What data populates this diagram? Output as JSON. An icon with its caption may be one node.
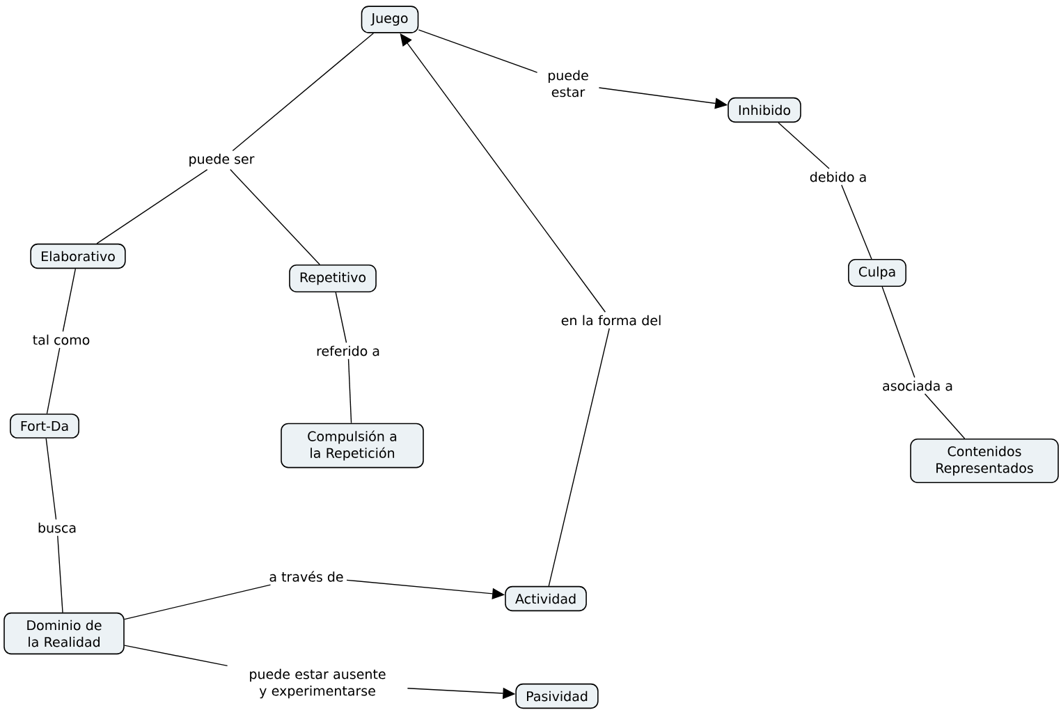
{
  "diagram": {
    "nodes": [
      {
        "text": [
          "Juego"
        ]
      },
      {
        "text": [
          "Inhibido"
        ]
      },
      {
        "text": [
          "Culpa"
        ]
      },
      {
        "text": [
          "Contenidos Representados"
        ]
      },
      {
        "text": [
          "Elaborativo"
        ]
      },
      {
        "text": [
          "Repetitivo"
        ]
      },
      {
        "text": [
          "Compulsión a la Repetición"
        ]
      },
      {
        "text": [
          "Fort-Da"
        ]
      },
      {
        "text": [
          "Dominio de la Realidad"
        ]
      },
      {
        "text": [
          "Actividad"
        ]
      },
      {
        "text": [
          "Pasividad"
        ]
      },
      {
        "text": [
          "puede estar"
        ]
      },
      {
        "text": [
          "debido a"
        ]
      },
      {
        "text": [
          "asociada a"
        ]
      },
      {
        "text": [
          "puede ser"
        ]
      },
      {
        "text": [
          "tal como"
        ]
      },
      {
        "text": [
          "referido a"
        ]
      },
      {
        "text": [
          "en la forma del"
        ]
      },
      {
        "text": [
          "busca"
        ]
      },
      {
        "text": [
          "a través de"
        ]
      },
      {
        "text": [
          "puede estar ausente y experimentarse"
        ]
      }
    ],
    "edges": [
      {
        "from": 0,
        "to": 11,
        "arrow": "none"
      },
      {
        "from": 11,
        "to": 1,
        "arrow": "to"
      },
      {
        "from": 1,
        "to": 12,
        "arrow": "none"
      },
      {
        "from": 12,
        "to": 2,
        "arrow": "none"
      },
      {
        "from": 2,
        "to": 13,
        "arrow": "none"
      },
      {
        "from": 13,
        "to": 3,
        "arrow": "none"
      },
      {
        "from": 0,
        "to": 14,
        "arrow": "none"
      },
      {
        "from": 14,
        "to": 4,
        "arrow": "none"
      },
      {
        "from": 14,
        "to": 5,
        "arrow": "none"
      },
      {
        "from": 4,
        "to": 15,
        "arrow": "none"
      },
      {
        "from": 15,
        "to": 7,
        "arrow": "none"
      },
      {
        "from": 5,
        "to": 16,
        "arrow": "none"
      },
      {
        "from": 16,
        "to": 6,
        "arrow": "none"
      },
      {
        "from": 9,
        "to": 17,
        "arrow": "none"
      },
      {
        "from": 17,
        "to": 0,
        "arrow": "to"
      },
      {
        "from": 7,
        "to": 18,
        "arrow": "none"
      },
      {
        "from": 18,
        "to": 8,
        "arrow": "none"
      },
      {
        "from": 8,
        "to": 19,
        "arrow": "none"
      },
      {
        "from": 19,
        "to": 9,
        "arrow": "to"
      },
      {
        "from": 8,
        "to": 20,
        "arrow": "none"
      },
      {
        "from": 20,
        "to": 10,
        "arrow": "to"
      }
    ]
  }
}
